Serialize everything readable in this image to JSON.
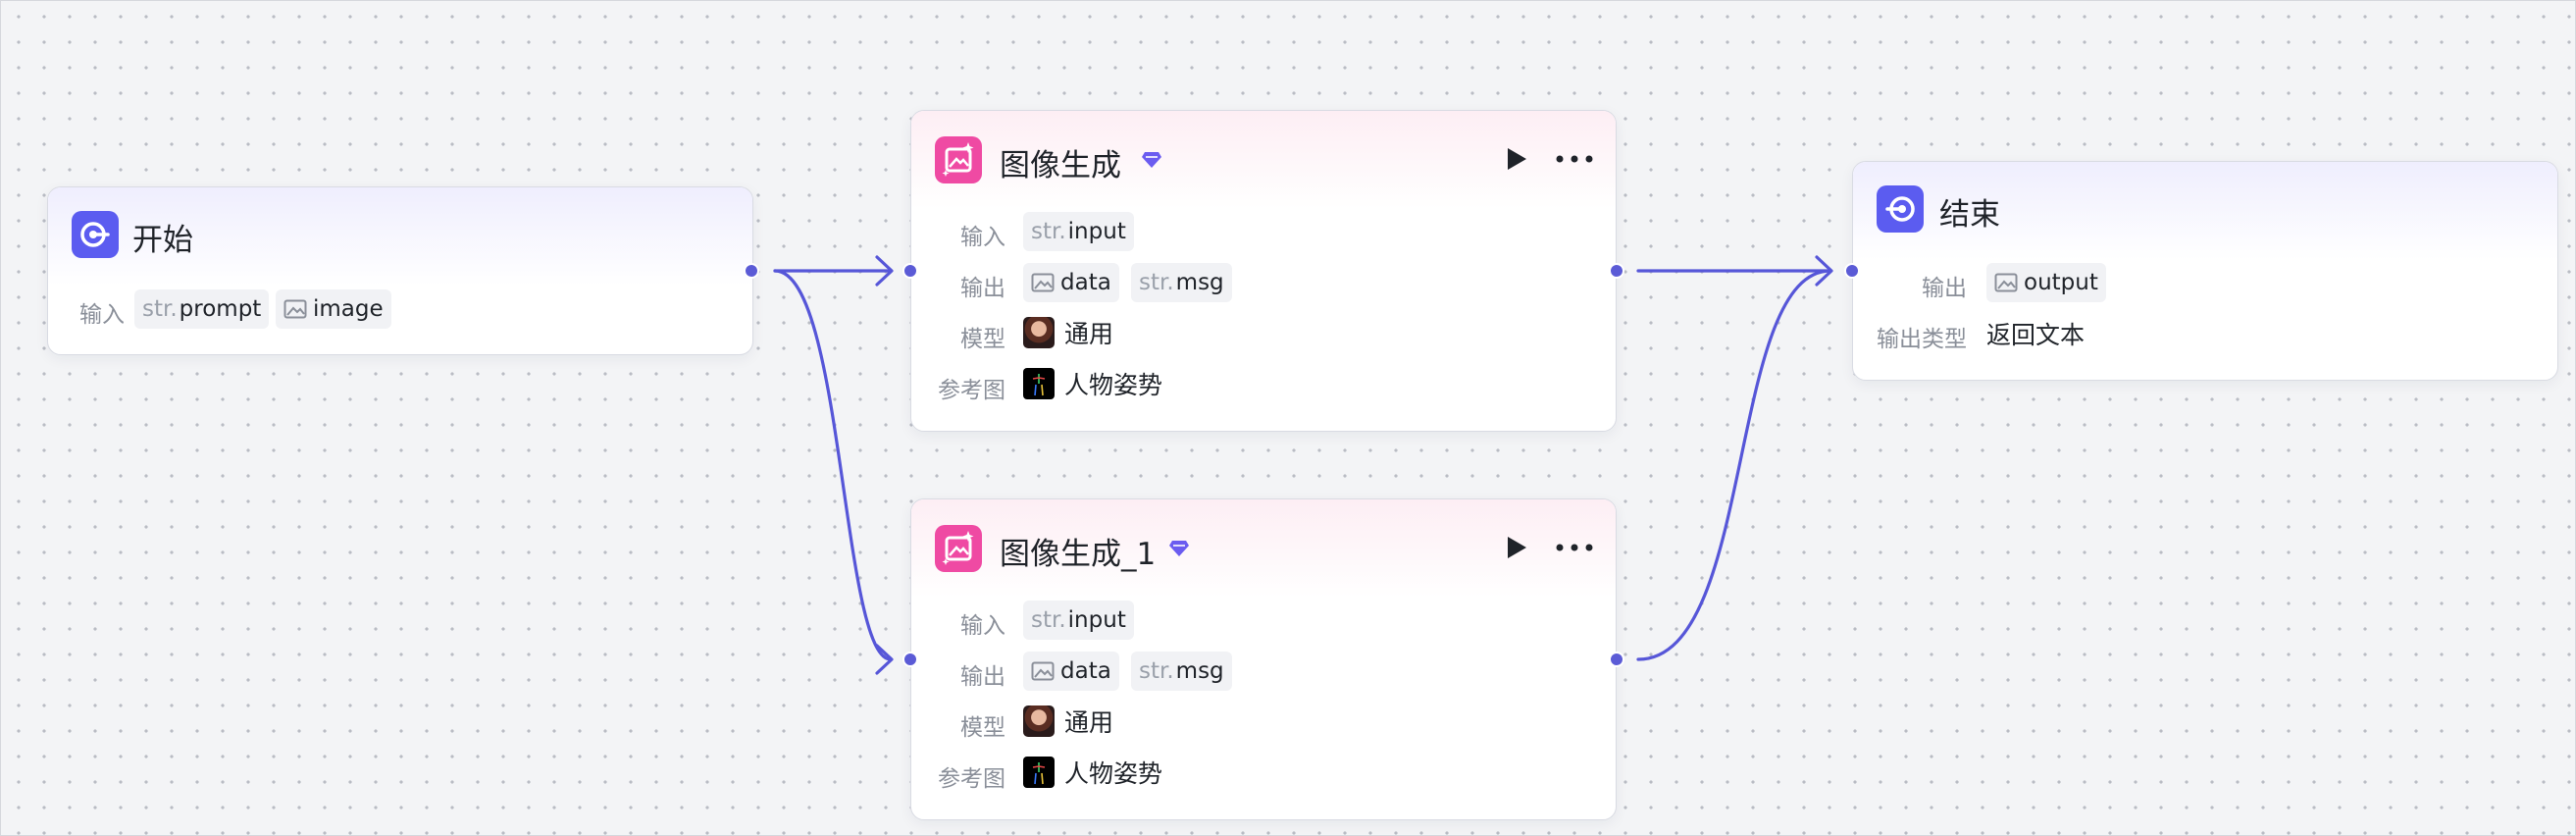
{
  "colors": {
    "accent": "#5b5bd6",
    "start_icon": "#5b5cf0",
    "image_icon": "#ef4aa3"
  },
  "nodes": {
    "start": {
      "title": "开始",
      "icon": "start-icon",
      "input_label": "输入",
      "inputs": [
        {
          "type": "str.",
          "name": "prompt"
        },
        {
          "type": "image-icon",
          "name": "image"
        }
      ]
    },
    "image_gen": {
      "title": "图像生成",
      "icon": "image-generate-icon",
      "input_label": "输入",
      "input": {
        "type": "str.",
        "name": "input"
      },
      "output_label": "输出",
      "outputs": [
        {
          "type": "image-icon",
          "name": "data"
        },
        {
          "type": "str.",
          "name": "msg"
        }
      ],
      "model_label": "模型",
      "model": "通用",
      "ref_label": "参考图",
      "ref": "人物姿势"
    },
    "image_gen_1": {
      "title": "图像生成_1",
      "icon": "image-generate-icon",
      "input_label": "输入",
      "input": {
        "type": "str.",
        "name": "input"
      },
      "output_label": "输出",
      "outputs": [
        {
          "type": "image-icon",
          "name": "data"
        },
        {
          "type": "str.",
          "name": "msg"
        }
      ],
      "model_label": "模型",
      "model": "通用",
      "ref_label": "参考图",
      "ref": "人物姿势"
    },
    "end": {
      "title": "结束",
      "icon": "end-icon",
      "output_label": "输出",
      "output": {
        "type": "image-icon",
        "name": "output"
      },
      "output_type_label": "输出类型",
      "output_type": "返回文本"
    }
  }
}
